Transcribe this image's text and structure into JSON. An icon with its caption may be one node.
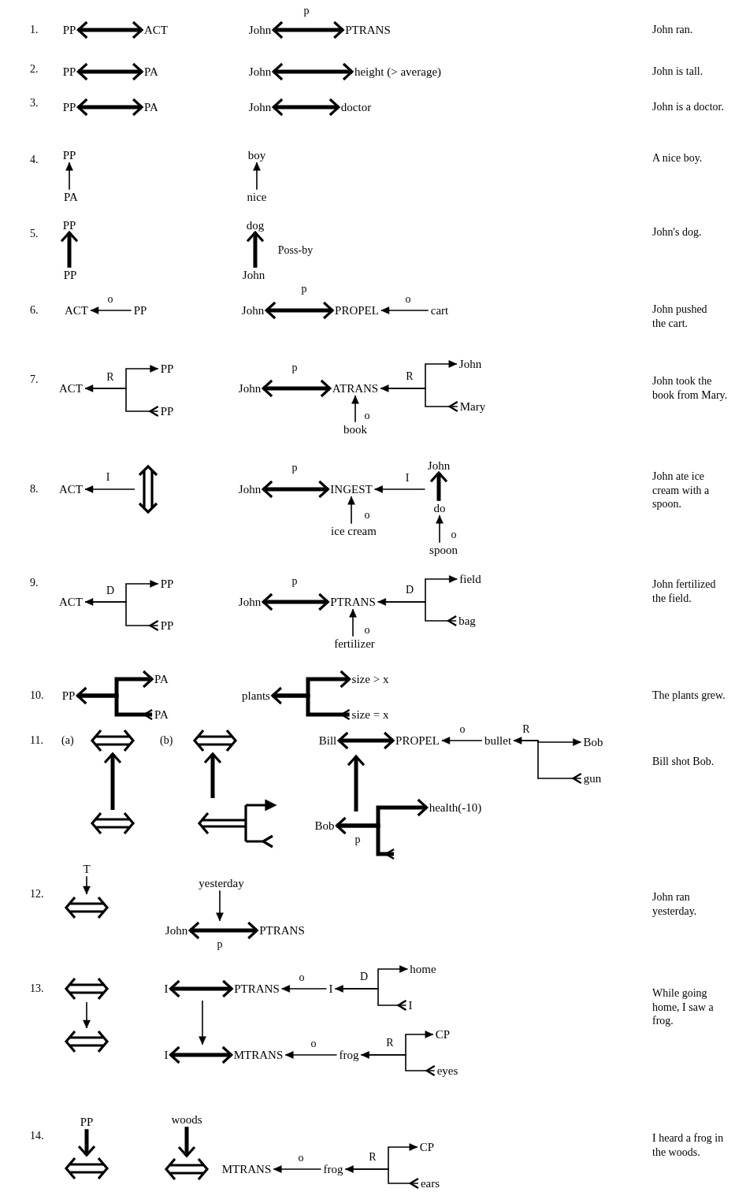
{
  "diagram": {
    "nodes": [
      {
        "text": [
          "PP"
        ]
      },
      {
        "text": [
          "ACT"
        ]
      },
      {
        "text": [
          "John"
        ]
      },
      {
        "text": [
          "PTRANS"
        ]
      },
      {
        "text": [
          "PP"
        ]
      },
      {
        "text": [
          "PA"
        ]
      },
      {
        "text": [
          "John"
        ]
      },
      {
        "text": [
          "height (> average)"
        ]
      },
      {
        "text": [
          "PP"
        ]
      },
      {
        "text": [
          "PA"
        ]
      },
      {
        "text": [
          "John"
        ]
      },
      {
        "text": [
          "doctor"
        ]
      },
      {
        "text": [
          "PP"
        ]
      },
      {
        "text": [
          "PA"
        ]
      },
      {
        "text": [
          "boy"
        ]
      },
      {
        "text": [
          "nice"
        ]
      },
      {
        "text": [
          "PP"
        ]
      },
      {
        "text": [
          "PP"
        ]
      },
      {
        "text": [
          "dog"
        ]
      },
      {
        "text": [
          "John"
        ]
      },
      {
        "text": [
          "ACT"
        ]
      },
      {
        "text": [
          "PP"
        ]
      },
      {
        "text": [
          "John"
        ]
      },
      {
        "text": [
          "PROPEL"
        ]
      },
      {
        "text": [
          "cart"
        ]
      },
      {
        "text": [
          "ACT"
        ]
      },
      {
        "text": [
          "PP"
        ]
      },
      {
        "text": [
          "PP"
        ]
      },
      {
        "text": [
          "John"
        ]
      },
      {
        "text": [
          "ATRANS"
        ]
      },
      {
        "text": [
          "book"
        ]
      },
      {
        "text": [
          "John"
        ]
      },
      {
        "text": [
          "Mary"
        ]
      },
      {
        "text": [
          "ACT"
        ]
      },
      {
        "text": [],
        "shape": "arrow"
      },
      {
        "text": [
          "John"
        ]
      },
      {
        "text": [
          "INGEST"
        ]
      },
      {
        "text": [
          "ice cream"
        ]
      },
      {
        "text": [
          "John"
        ]
      },
      {
        "text": [
          "do"
        ]
      },
      {
        "text": [
          "spoon"
        ]
      },
      {
        "text": [
          "ACT"
        ]
      },
      {
        "text": [
          "PP"
        ]
      },
      {
        "text": [
          "PP"
        ]
      },
      {
        "text": [
          "John"
        ]
      },
      {
        "text": [
          "PTRANS"
        ]
      },
      {
        "text": [
          "fertilizer"
        ]
      },
      {
        "text": [
          "field"
        ]
      },
      {
        "text": [
          "bag"
        ]
      },
      {
        "text": [
          "PP"
        ]
      },
      {
        "text": [
          "PA"
        ]
      },
      {
        "text": [
          "PA"
        ]
      },
      {
        "text": [
          "plants"
        ]
      },
      {
        "text": [
          "size > x"
        ]
      },
      {
        "text": [
          "size = x"
        ]
      },
      {
        "text": [],
        "shape": "arrow"
      },
      {
        "text": [],
        "shape": "arrow"
      },
      {
        "text": [],
        "shape": "arrow"
      },
      {
        "text": [],
        "shape": "arrow"
      },
      {
        "text": [
          "Bill"
        ]
      },
      {
        "text": [
          "PROPEL"
        ]
      },
      {
        "text": [
          "bullet"
        ]
      },
      {
        "text": [
          "Bob"
        ]
      },
      {
        "text": [
          "gun"
        ]
      },
      {
        "text": [
          "Bob"
        ]
      },
      {
        "text": [
          "health(-10)"
        ]
      },
      {
        "text": [
          "T"
        ]
      },
      {
        "text": [],
        "shape": "arrow"
      },
      {
        "text": [
          "yesterday"
        ]
      },
      {
        "text": [
          "John"
        ]
      },
      {
        "text": [
          "PTRANS"
        ]
      },
      {
        "text": [],
        "shape": "arrow"
      },
      {
        "text": [],
        "shape": "arrow"
      },
      {
        "text": [
          "I"
        ]
      },
      {
        "text": [
          "PTRANS"
        ]
      },
      {
        "text": [
          "I"
        ]
      },
      {
        "text": [
          "home"
        ]
      },
      {
        "text": [
          "I"
        ]
      },
      {
        "text": [
          "I"
        ]
      },
      {
        "text": [
          "MTRANS"
        ]
      },
      {
        "text": [
          "frog"
        ]
      },
      {
        "text": [
          "CP"
        ]
      },
      {
        "text": [
          "eyes"
        ]
      },
      {
        "text": [
          "PP"
        ]
      },
      {
        "text": [],
        "shape": "arrow"
      },
      {
        "text": [
          "woods"
        ]
      },
      {
        "text": [
          "MTRANS"
        ]
      },
      {
        "text": [
          "frog"
        ]
      },
      {
        "text": [
          "CP"
        ]
      },
      {
        "text": [
          "ears"
        ]
      },
      {
        "text": [],
        "shape": "arrow"
      }
    ],
    "edges": [
      {
        "from": 0,
        "to": 1,
        "arrow": "both",
        "style": "thick"
      },
      {
        "from": 2,
        "to": 3,
        "arrow": "both",
        "style": "thick",
        "label": "p"
      },
      {
        "from": 4,
        "to": 5,
        "arrow": "both",
        "style": "thick"
      },
      {
        "from": 6,
        "to": 7,
        "arrow": "both",
        "style": "thick"
      },
      {
        "from": 8,
        "to": 9,
        "arrow": "both",
        "style": "thick"
      },
      {
        "from": 10,
        "to": 11,
        "arrow": "both",
        "style": "thick"
      },
      {
        "from": 13,
        "to": 12,
        "arrow": "to"
      },
      {
        "from": 15,
        "to": 14,
        "arrow": "to"
      },
      {
        "from": 17,
        "to": 16,
        "arrow": "to",
        "style": "thick"
      },
      {
        "from": 19,
        "to": 18,
        "arrow": "to",
        "style": "thick",
        "label": "Poss-by"
      },
      {
        "from": 21,
        "to": 20,
        "arrow": "to",
        "label": "o"
      },
      {
        "from": 22,
        "to": 23,
        "arrow": "both",
        "style": "thick",
        "label": "p"
      },
      {
        "from": 24,
        "to": 23,
        "arrow": "to",
        "label": "o"
      },
      {
        "from": 25,
        "to": 26,
        "arrow": "both",
        "label": "R"
      },
      {
        "from": 25,
        "to": 27,
        "arrow": "other"
      },
      {
        "from": 28,
        "to": 29,
        "arrow": "both",
        "style": "thick",
        "label": "p"
      },
      {
        "from": 30,
        "to": 29,
        "arrow": "to",
        "label": "o"
      },
      {
        "from": 29,
        "to": 31,
        "arrow": "both",
        "label": "R"
      },
      {
        "from": 29,
        "to": 32,
        "arrow": "other"
      },
      {
        "from": 34,
        "to": 33,
        "arrow": "to",
        "label": "I"
      },
      {
        "from": 35,
        "to": 36,
        "arrow": "both",
        "style": "thick",
        "label": "p"
      },
      {
        "from": 37,
        "to": 36,
        "arrow": "to",
        "label": "o"
      },
      {
        "from": 39,
        "to": 38,
        "arrow": "to",
        "style": "thick"
      },
      {
        "from": 40,
        "to": 39,
        "arrow": "to",
        "label": "o"
      },
      {
        "from": 39,
        "to": 36,
        "arrow": "to",
        "label": "I"
      },
      {
        "from": 41,
        "to": 42,
        "arrow": "both",
        "label": "D"
      },
      {
        "from": 41,
        "to": 43,
        "arrow": "other"
      },
      {
        "from": 44,
        "to": 45,
        "arrow": "both",
        "style": "thick",
        "label": "p"
      },
      {
        "from": 46,
        "to": 45,
        "arrow": "to",
        "label": "o"
      },
      {
        "from": 45,
        "to": 47,
        "arrow": "both",
        "label": "D"
      },
      {
        "from": 45,
        "to": 48,
        "arrow": "other"
      },
      {
        "from": 49,
        "to": 50,
        "arrow": "both",
        "style": "thick"
      },
      {
        "from": 49,
        "to": 51,
        "arrow": "other",
        "style": "thick"
      },
      {
        "from": 52,
        "to": 53,
        "arrow": "both",
        "style": "thick"
      },
      {
        "from": 52,
        "to": 54,
        "arrow": "other",
        "style": "thick"
      },
      {
        "from": 56,
        "to": 55,
        "arrow": "to",
        "style": "thick"
      },
      {
        "from": 58,
        "to": 57,
        "arrow": "to",
        "style": "thick"
      },
      {
        "from": 59,
        "to": 60,
        "arrow": "both",
        "style": "thick"
      },
      {
        "from": 61,
        "to": 60,
        "arrow": "to",
        "label": "o"
      },
      {
        "from": 61,
        "to": 62,
        "arrow": "both",
        "label": "R"
      },
      {
        "from": 61,
        "to": 63,
        "arrow": "other"
      },
      {
        "from": 64,
        "to": 65,
        "arrow": "both",
        "style": "thick",
        "label": "p"
      },
      {
        "from": 64,
        "to": null,
        "arrow": "other",
        "style": "thick"
      },
      {
        "from": 64,
        "to": 59,
        "arrow": "to",
        "style": "thick"
      },
      {
        "from": 66,
        "to": 67,
        "arrow": "to"
      },
      {
        "from": 68,
        "to": 69,
        "arrow": "to"
      },
      {
        "from": 69,
        "to": 70,
        "arrow": "both",
        "style": "thick",
        "label": "p"
      },
      {
        "from": 71,
        "to": 72,
        "arrow": "to"
      },
      {
        "from": 73,
        "to": 74,
        "arrow": "both",
        "style": "thick"
      },
      {
        "from": 75,
        "to": 74,
        "arrow": "to",
        "label": "o"
      },
      {
        "from": 75,
        "to": 76,
        "arrow": "both",
        "label": "D"
      },
      {
        "from": 75,
        "to": 77,
        "arrow": "other"
      },
      {
        "from": null,
        "to": 78,
        "arrow": "to"
      },
      {
        "from": 78,
        "to": 79,
        "arrow": "both",
        "style": "thick"
      },
      {
        "from": 80,
        "to": 79,
        "arrow": "to",
        "label": "o"
      },
      {
        "from": 80,
        "to": 81,
        "arrow": "both",
        "label": "R"
      },
      {
        "from": 80,
        "to": 82,
        "arrow": "other"
      },
      {
        "from": 83,
        "to": 84,
        "arrow": "to",
        "style": "thick"
      },
      {
        "from": 85,
        "to": 90,
        "arrow": "to",
        "style": "thick"
      },
      {
        "from": 87,
        "to": 86,
        "arrow": "to",
        "label": "o"
      },
      {
        "from": 87,
        "to": 88,
        "arrow": "both",
        "label": "R"
      },
      {
        "from": 87,
        "to": 89,
        "arrow": "other"
      }
    ],
    "labels": [
      "1.",
      "John ran.",
      "2.",
      "John is tall.",
      "3.",
      "John is a doctor.",
      "4.",
      "A nice boy.",
      "5.",
      "John's dog.",
      "6.",
      "John pushed the cart.",
      "7.",
      "John took the book from Mary.",
      "8.",
      "John ate ice cream with a spoon.",
      "9.",
      "John fertilized the field.",
      "10.",
      "The plants grew.",
      "11.",
      "(a)",
      "(b)",
      "Bill shot Bob.",
      "12.",
      "John ran yesterday.",
      "13.",
      "While going home, I saw a frog.",
      "14.",
      "I heard a frog in the woods."
    ]
  }
}
